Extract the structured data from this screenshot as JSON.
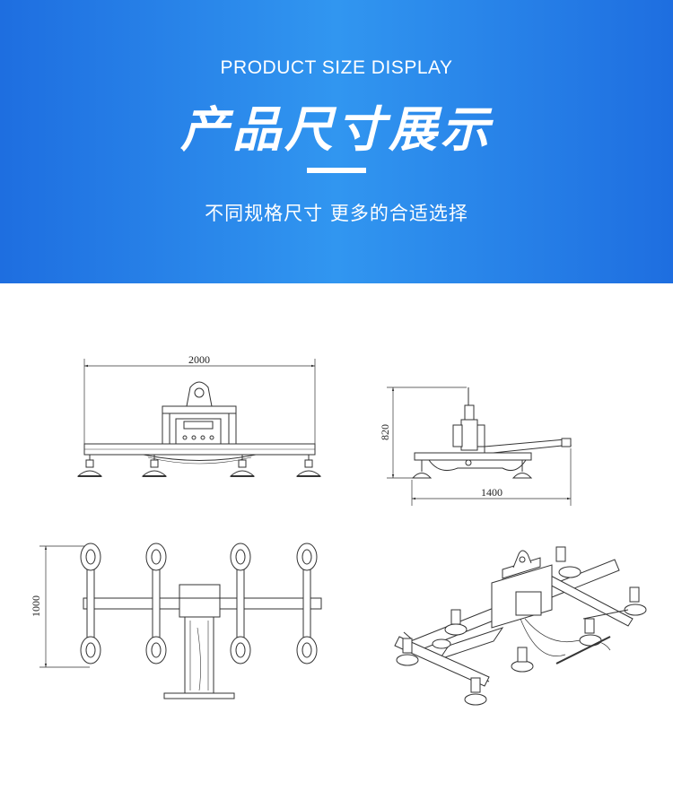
{
  "header": {
    "subtitle": "PRODUCT SIZE DISPLAY",
    "title": "产品尺寸展示",
    "description": "不同规格尺寸 更多的合适选择",
    "background_color": "#2a86ea"
  },
  "drawings": {
    "front_view": {
      "width_label": "2000"
    },
    "side_view": {
      "height_label": "820",
      "depth_label": "1400"
    },
    "top_view": {
      "height_label": "1000"
    }
  }
}
